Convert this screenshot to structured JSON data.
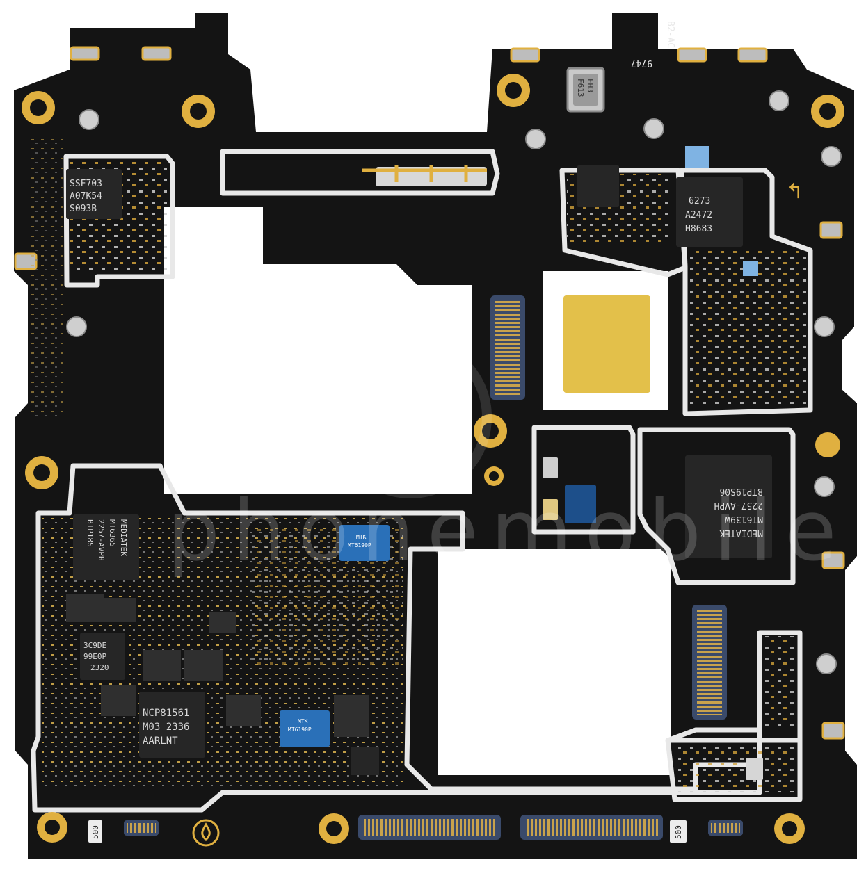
{
  "colors": {
    "pcb": "#141414",
    "gold": "#e0b040",
    "shield": "#e8e8e8",
    "chip": "#262626",
    "blue_chip": "#2a70b8",
    "cutout": "#ffffff"
  },
  "chips": {
    "ssf": {
      "line1": "SSF703",
      "line2": "A07K54",
      "line3": "S093B"
    },
    "c6273": {
      "line1": "6273",
      "line2": "A2472",
      "line3": "H8683"
    },
    "mediatek_rf": {
      "line1": "MEDIATEK",
      "line2": "MT6139W",
      "line3": "2257-AVPH",
      "line4": "BTP19S06"
    },
    "mediatek_pmic": {
      "line1": "MEDIATEK",
      "line2": "MT6365",
      "line3": "2257-AVPH",
      "line4": "BTP18S"
    },
    "c9de": {
      "line1": "3C9DE",
      "line2": "99E0P",
      "line3": "2320"
    },
    "ncp": {
      "line1": "NCP81561",
      "line2": "M03 2336",
      "line3": "AARLNT"
    },
    "mtk_small_1": {
      "line1": "MTK",
      "line2": "MT6190P"
    },
    "mtk_small_2": {
      "line1": "MTK",
      "line2": "MT6190P"
    },
    "crystal": {
      "line1": "FH3",
      "line2": "F613"
    },
    "top_label": "B2-AC",
    "top_number": "9747",
    "res_left": "500",
    "res_right": "500"
  },
  "watermark": "phonemobile"
}
